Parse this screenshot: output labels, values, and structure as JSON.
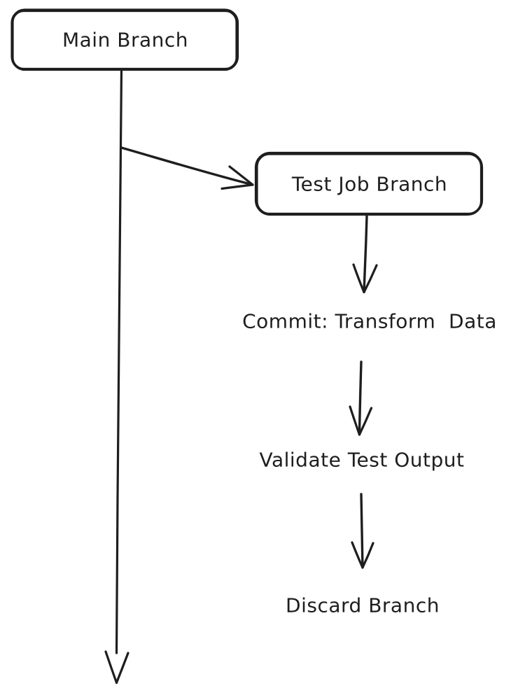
{
  "diagram": {
    "colors": {
      "background": "#ffffff",
      "stroke": "#1e1e1e"
    },
    "nodes": [
      {
        "id": "main-branch",
        "kind": "box",
        "label": "Main Branch"
      },
      {
        "id": "test-job-branch",
        "kind": "box",
        "label": "Test Job Branch"
      },
      {
        "id": "commit-transform-data",
        "kind": "text",
        "label": "Commit: Transform  Data"
      },
      {
        "id": "validate-test-output",
        "kind": "text",
        "label": "Validate Test Output"
      },
      {
        "id": "discard-branch",
        "kind": "text",
        "label": "Discard Branch"
      }
    ],
    "edges": [
      {
        "from": "main-branch",
        "to": "timeline-end",
        "style": "arrow-down"
      },
      {
        "from": "main-branch",
        "to": "test-job-branch",
        "style": "arrow-diagonal"
      },
      {
        "from": "test-job-branch",
        "to": "commit-transform-data",
        "style": "arrow-down"
      },
      {
        "from": "commit-transform-data",
        "to": "validate-test-output",
        "style": "arrow-down"
      },
      {
        "from": "validate-test-output",
        "to": "discard-branch",
        "style": "arrow-down"
      }
    ]
  }
}
